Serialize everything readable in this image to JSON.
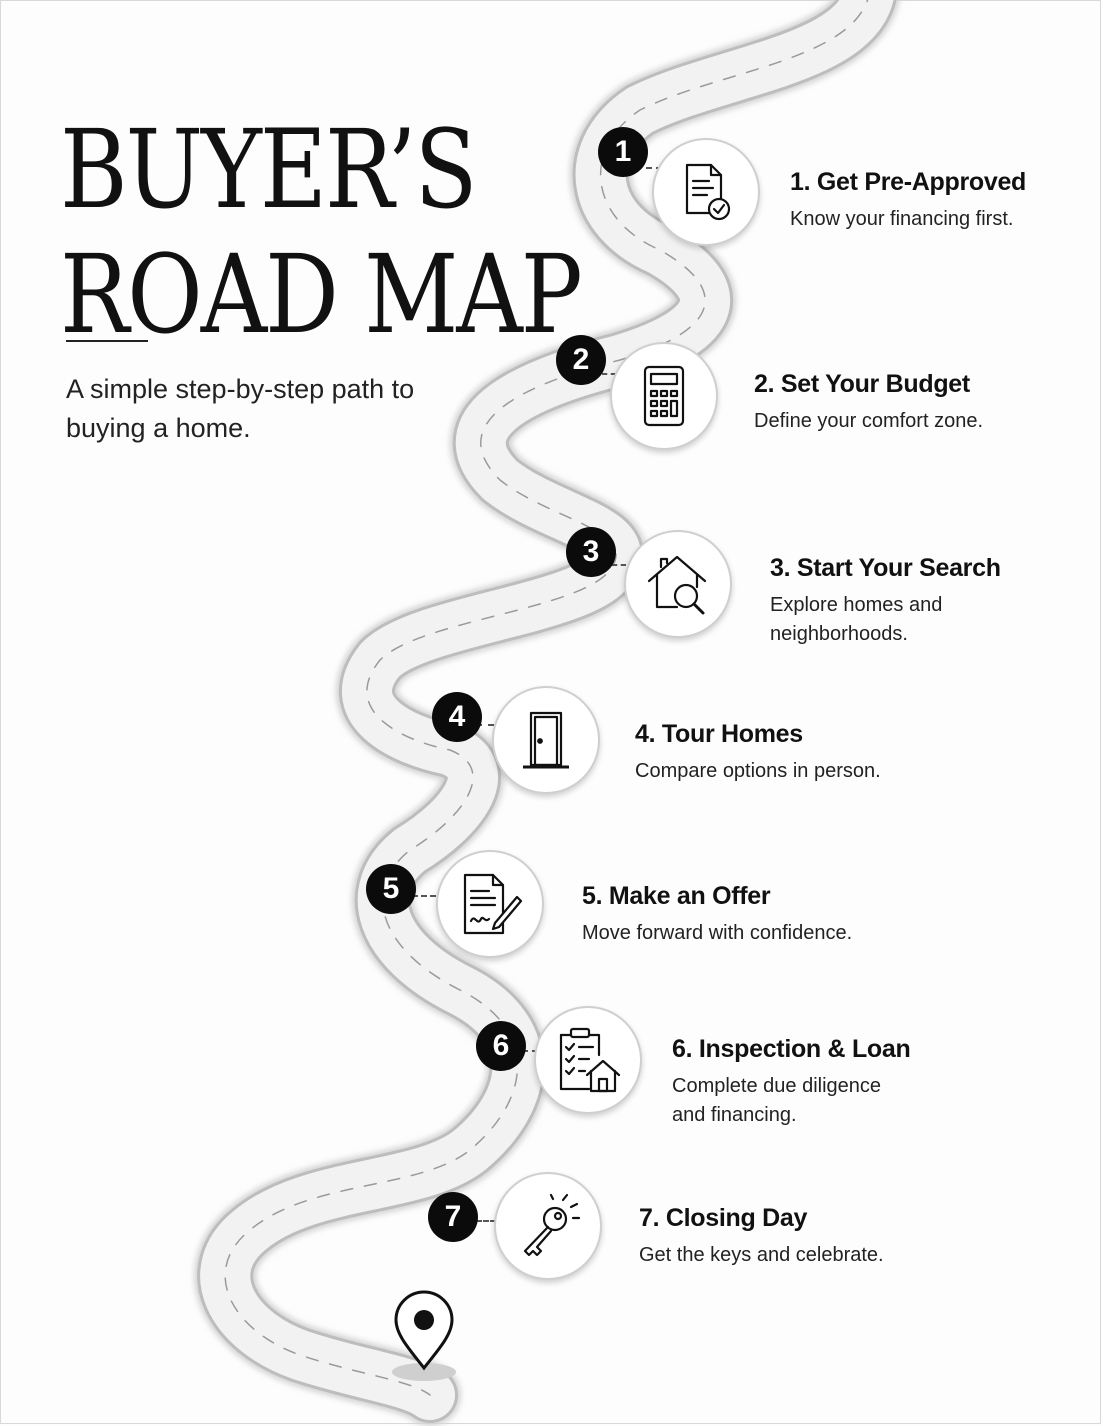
{
  "header": {
    "title_line1": "BUYER’S",
    "title_line2": "ROAD MAP",
    "subtitle": "A simple step-by-step path to buying a home."
  },
  "steps": [
    {
      "number": "1",
      "title": "1. Get Pre-Approved",
      "description": "Know your financing first.",
      "icon": "document-check-icon"
    },
    {
      "number": "2",
      "title": "2. Set Your Budget",
      "description": "Define your comfort zone.",
      "icon": "calculator-icon"
    },
    {
      "number": "3",
      "title": "3. Start Your Search",
      "description": "Explore homes and neighborhoods.",
      "icon": "house-search-icon"
    },
    {
      "number": "4",
      "title": "4. Tour Homes",
      "description": "Compare options in person.",
      "icon": "door-icon"
    },
    {
      "number": "5",
      "title": "5. Make an Offer",
      "description": "Move forward with confidence.",
      "icon": "signed-contract-icon"
    },
    {
      "number": "6",
      "title": "6. Inspection & Loan",
      "description": "Complete due diligence and financing.",
      "icon": "checklist-house-icon"
    },
    {
      "number": "7",
      "title": "7. Closing Day",
      "description": "Get the keys and celebrate.",
      "icon": "key-icon"
    }
  ],
  "destination": {
    "icon": "map-pin-icon"
  },
  "colors": {
    "badge": "#0b0b0b",
    "road": "#efefef",
    "road_edge": "#c9c9c9",
    "text": "#111111"
  }
}
